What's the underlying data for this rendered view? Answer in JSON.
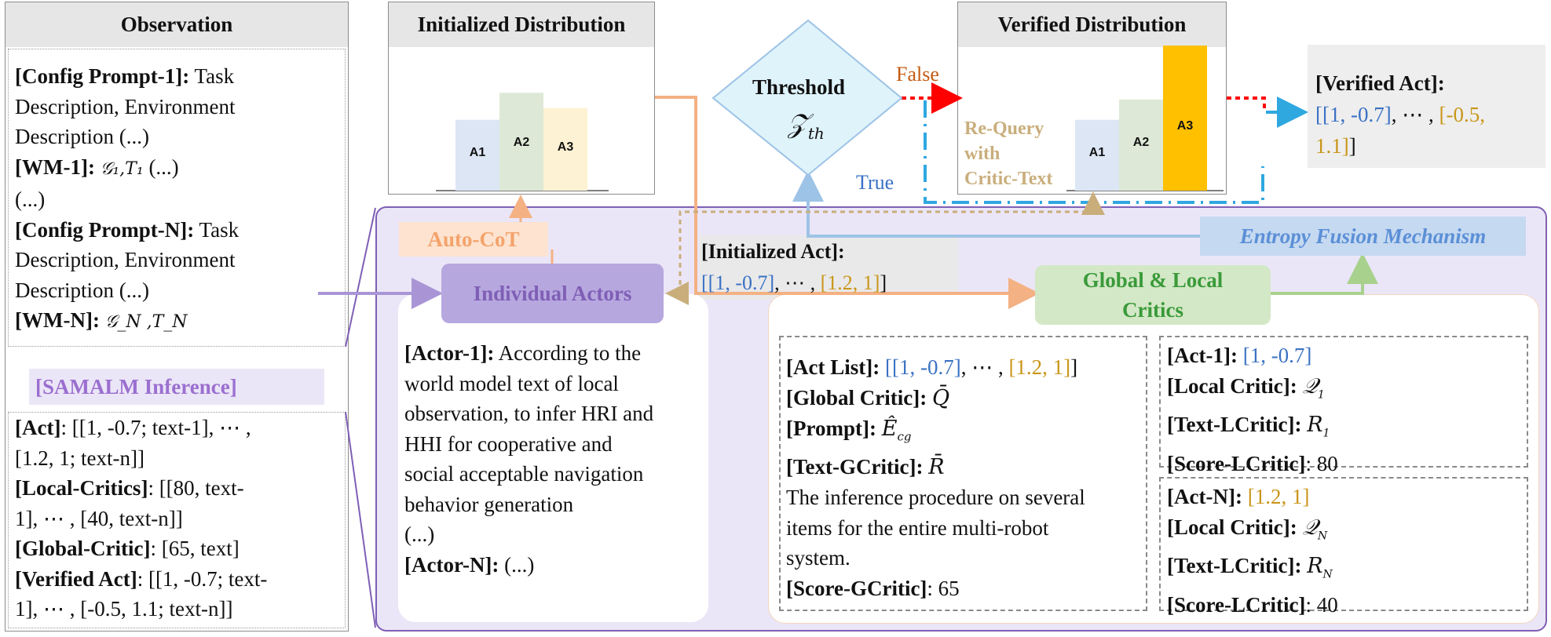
{
  "observation": {
    "title": "Observation",
    "config1_bold": "[Config Prompt-1]:",
    "config1_text": " Task",
    "config1_line2": "Description, Environment",
    "config1_line3": "Description (...)",
    "wm1_bold": "[WM-1]:",
    "wm1_math": "𝒢₁,T₁",
    "wm1_text": " (...)",
    "ellipsis": "(...)",
    "configN_bold": "[Config Prompt-N]:",
    "configN_text": " Task",
    "configN_line2": "Description, Environment",
    "configN_line3": "Description (...)",
    "wmN_bold": "[WM-N]:",
    "wmN_math": "𝒢_N ,T_N"
  },
  "samalm": {
    "label": "[SAMALM Inference]",
    "act_bold": "[Act]",
    "act_l1": ": [[1, -0.7; text-1], ⋯ ,",
    "act_l2": "[1.2, 1; text-n]]",
    "local_bold": "[Local-Critics]",
    "local_l1": ": [[80, text-",
    "local_l2": "1], ⋯ , [40, text-n]]",
    "global_bold": "[Global-Critic]",
    "global_l1": ": [65, text]",
    "verified_bold": "[Verified Act]",
    "verified_l1": ": [[1, -0.7; text-",
    "verified_l2": "1], ⋯ , [-0.5, 1.1; text-n]]"
  },
  "init_dist": {
    "title": "Initialized Distribution",
    "bars": [
      {
        "label": "A1",
        "value": 0.42,
        "color": "#dce6f5"
      },
      {
        "label": "A2",
        "value": 0.58,
        "color": "#dde9d6"
      },
      {
        "label": "A3",
        "value": 0.49,
        "color": "#fdf2d3"
      }
    ]
  },
  "threshold": {
    "label": "Threshold",
    "math": "𝒵",
    "sub": "th",
    "false_label": "False",
    "true_label": "True"
  },
  "verified_dist": {
    "title": "Verified Distribution",
    "requery": [
      "Re-Query",
      "with",
      "Critic-Text"
    ],
    "bars": [
      {
        "label": "A1",
        "value": 0.42,
        "color": "#dce6f5"
      },
      {
        "label": "A2",
        "value": 0.54,
        "color": "#dde9d6"
      },
      {
        "label": "A3",
        "value": 0.86,
        "color": "#ffc000"
      }
    ]
  },
  "verified_act": {
    "title": "[Verified Act]",
    "colon": ":",
    "v1": "[[1, -0.7]",
    "mid": ", ⋯ , ",
    "v2": "[-0.5,",
    "v3": "1.1]",
    "end": "]"
  },
  "autocot": {
    "label": "Auto-CoT"
  },
  "actors": {
    "label": "Individual Actors",
    "a1_bold": "[Actor-1]:",
    "a1_l1": " According to the",
    "a1_l2": "world model text of local",
    "a1_l3": "observation, to infer HRI and",
    "a1_l4": "HHI for cooperative and",
    "a1_l5": "social acceptable navigation",
    "a1_l6": "behavior generation",
    "ellipsis": "(...)",
    "aN_bold": "[Actor-N]:",
    "aN_text": " (...)"
  },
  "init_act": {
    "title": "[Initialized Act]",
    "colon": ":",
    "v1": "[[1, -0.7]",
    "mid": ", ⋯ , ",
    "v2": "[1.2, 1]",
    "end": "]"
  },
  "entropy": {
    "label": "Entropy Fusion Mechanism"
  },
  "critics": {
    "label_l1": "Global & Local",
    "label_l2": "Critics",
    "g_actlist_bold": "[Act List]",
    "g_actlist_colon": ": ",
    "g_actlist_v1": "[[1, -0.7]",
    "g_actlist_mid": ", ⋯ , ",
    "g_actlist_v2": "[1.2, 1]",
    "g_actlist_end": "]",
    "g_global_bold": "[Global Critic]",
    "g_global_colon": ":",
    "g_global_math": "Q̄",
    "g_prompt_bold": "[Prompt]",
    "g_prompt_colon": ":",
    "g_prompt_math": "Ê",
    "g_prompt_sub": "cg",
    "g_text_bold": "[Text-GCritic]",
    "g_text_colon": ":",
    "g_text_math": "R̄",
    "g_desc_l1": "The inference procedure on several",
    "g_desc_l2": "items for the entire multi-robot",
    "g_desc_l3": "system.",
    "g_score_bold": "[Score-GCritic]",
    "g_score_val": ":  65",
    "l1_act_bold": "[Act-1]",
    "l1_act_colon": ": ",
    "l1_act_val": "[1, -0.7]",
    "l1_local_bold": "[Local Critic]",
    "l1_local_colon": ":",
    "l1_local_math": "𝒬",
    "l1_local_sub": "1",
    "l1_text_bold": "[Text-LCritic]",
    "l1_text_colon": ":",
    "l1_text_math": "R",
    "l1_text_sub": "1",
    "l1_score_bold": "[Score-LCritic]",
    "l1_score_val": ":  80",
    "ln_act_bold": "[Act-N]",
    "ln_act_colon": ": ",
    "ln_act_val": "[1.2, 1]",
    "ln_local_bold": "[Local Critic]",
    "ln_local_colon": ":",
    "ln_local_math": "𝒬",
    "ln_local_sub": "N",
    "ln_text_bold": "[Text-LCritic]",
    "ln_text_colon": ":",
    "ln_text_math": "R",
    "ln_text_sub": "N",
    "ln_score_bold": "[Score-LCritic]",
    "ln_score_val": ":  40"
  },
  "colors": {
    "purple": "#7f5fb5",
    "orange": "#f4b183",
    "blue": "#9dc3e6",
    "cyan": "#2fa8e0",
    "red": "#ff0000",
    "green": "#a9d18e",
    "tan": "#c9ae7c"
  }
}
